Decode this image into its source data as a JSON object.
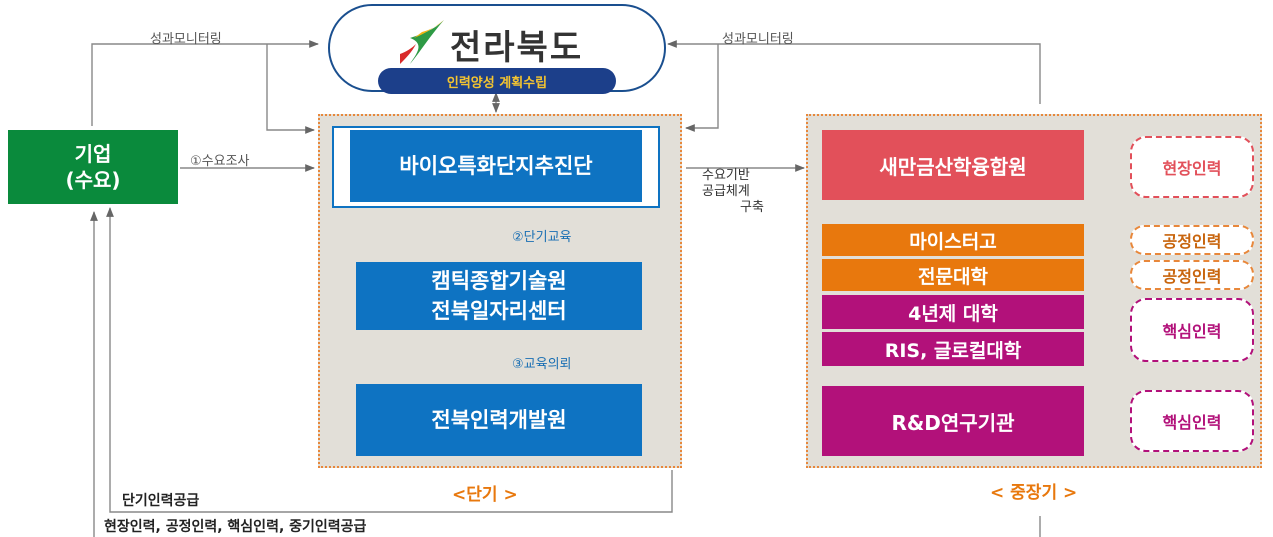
{
  "header": {
    "logo_text": "전라북도",
    "subtitle": "인력양성 계획수립"
  },
  "monitoring": {
    "left": "성과모니터링",
    "right": "성과모니터링"
  },
  "company": {
    "line1": "기업",
    "line2": "(수요)"
  },
  "steps": {
    "step1": "①수요조사",
    "step2": "②단기교육",
    "step3": "③교육의뢰"
  },
  "short_term": {
    "box1": "바이오특화단지추진단",
    "box2_line1": "캠틱종합기술원",
    "box2_line2": "전북일자리센터",
    "box3": "전북인력개발원",
    "period_label": "<단기 >"
  },
  "middle_note": {
    "line1": "수요기반",
    "line2": "공급체계",
    "line3": "구축"
  },
  "long_term": {
    "institutions": [
      "새만금산학융합원",
      "마이스터고",
      "전문대학",
      "4년제 대학",
      "RIS, 글로컬대학",
      "R&D연구기관"
    ],
    "workforce": [
      "현장인력",
      "공정인력",
      "공정인력",
      "핵심인력",
      "핵심인력"
    ],
    "period_label": "< 중장기 >"
  },
  "supply": {
    "short": "단기인력공급",
    "long": "현장인력, 공정인력, 핵심인력, 중기인력공급"
  },
  "colors": {
    "company_green": "#0a8a3c",
    "blue": "#0e73c2",
    "red": "#e2505a",
    "orange": "#e8780d",
    "magenta": "#b2117a",
    "zone_bg": "#e2dfd8"
  }
}
